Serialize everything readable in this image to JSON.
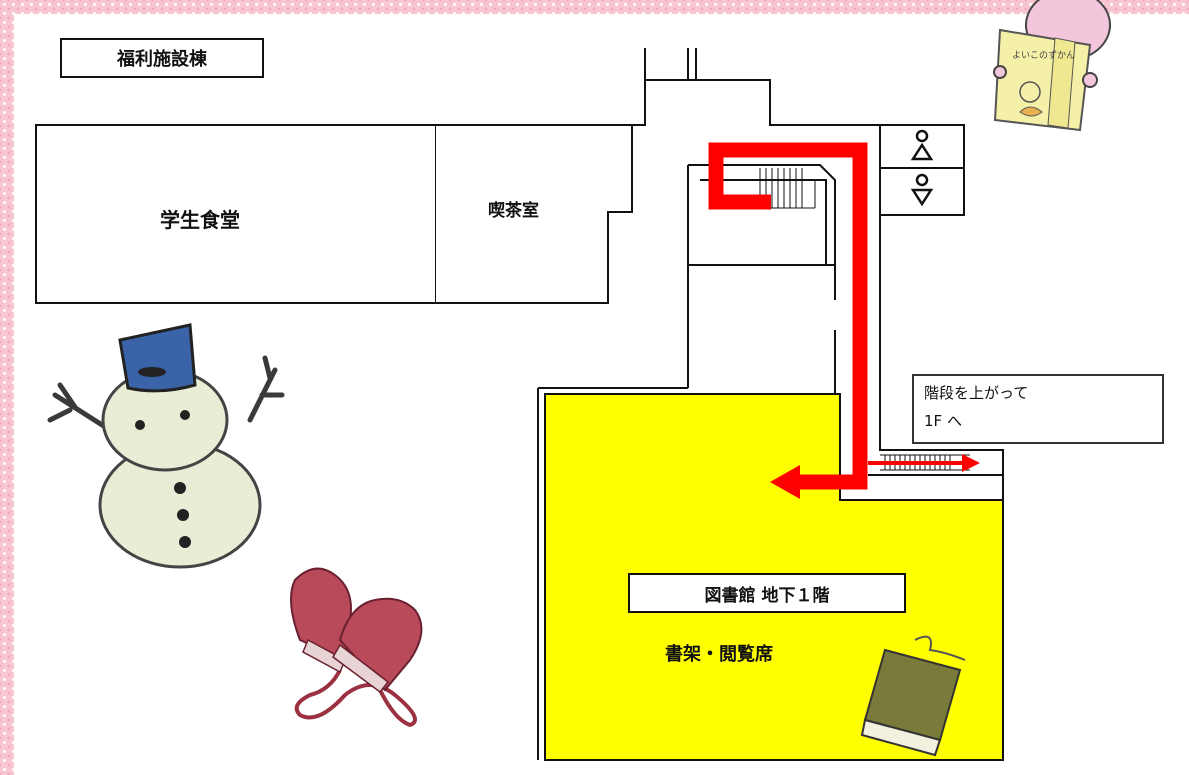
{
  "title": "福利施設棟",
  "rooms": {
    "cafeteria": "学生食堂",
    "tearoom": "喫茶室",
    "library": "図書館 地下１階",
    "stacks": "書架・閲覧席"
  },
  "note": {
    "line1": "階段を上がって",
    "line2": "1F へ"
  },
  "book_illustration": {
    "text": "よいこのずかん"
  },
  "colors": {
    "library_fill": "#ffff00",
    "route": "#ff0000",
    "border": "#f7c6d2"
  },
  "icons": [
    "male-restroom-icon",
    "female-restroom-icon",
    "snowman-icon",
    "mittens-icon",
    "book-icon",
    "rabbit-reading-icon"
  ]
}
